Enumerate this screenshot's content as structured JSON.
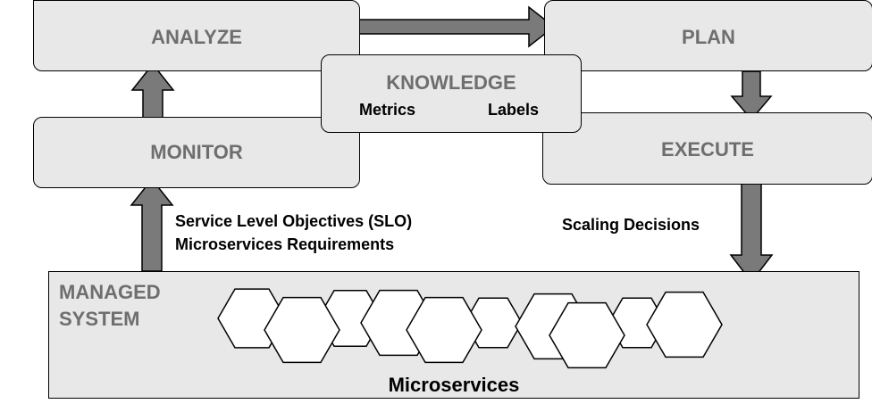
{
  "analyze": {
    "title": "ANALYZE"
  },
  "plan": {
    "title": "PLAN"
  },
  "knowledge": {
    "title": "KNOWLEDGE",
    "metrics": "Metrics",
    "labels": "Labels"
  },
  "monitor": {
    "title": "MONITOR"
  },
  "execute": {
    "title": "EXECUTE"
  },
  "managed_system": {
    "line1": "MANAGED",
    "line2": "SYSTEM",
    "caption": "Microservices"
  },
  "monitor_inputs": {
    "line1": "Service Level Objectives (SLO)",
    "line2": "Microservices Requirements"
  },
  "execute_output": {
    "label": "Scaling Decisions"
  },
  "colors": {
    "box_fill": "#e8e8e8",
    "arrow_fill": "#7a7a7a",
    "title_text": "#6e6e6e"
  }
}
